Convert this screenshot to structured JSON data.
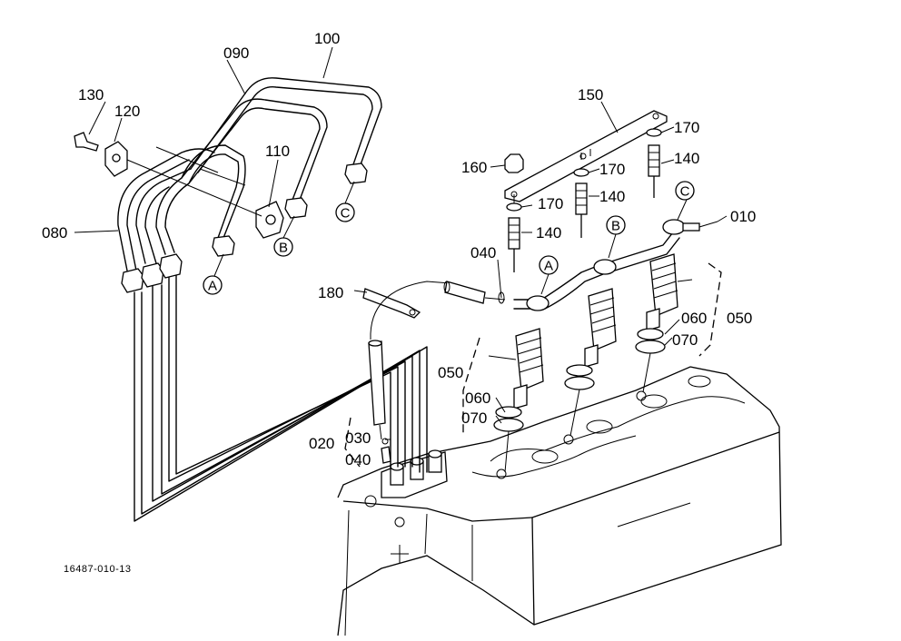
{
  "figure_id": "16487-010-13",
  "part_labels": {
    "p010": "010",
    "p020": "020",
    "p030": "030",
    "p040a": "040",
    "p040b": "040",
    "p050a": "050",
    "p050b": "050",
    "p060a": "060",
    "p060b": "060",
    "p070a": "070",
    "p070b": "070",
    "p080": "080",
    "p090": "090",
    "p100": "100",
    "p110": "110",
    "p120": "120",
    "p130": "130",
    "p140a": "140",
    "p140b": "140",
    "p140c": "140",
    "p150": "150",
    "p160": "160",
    "p170a": "170",
    "p170b": "170",
    "p170c": "170",
    "p180": "180"
  },
  "connectors": {
    "a1": "A",
    "b1": "B",
    "c1": "C",
    "a2": "A",
    "b2": "B",
    "c2": "C"
  }
}
